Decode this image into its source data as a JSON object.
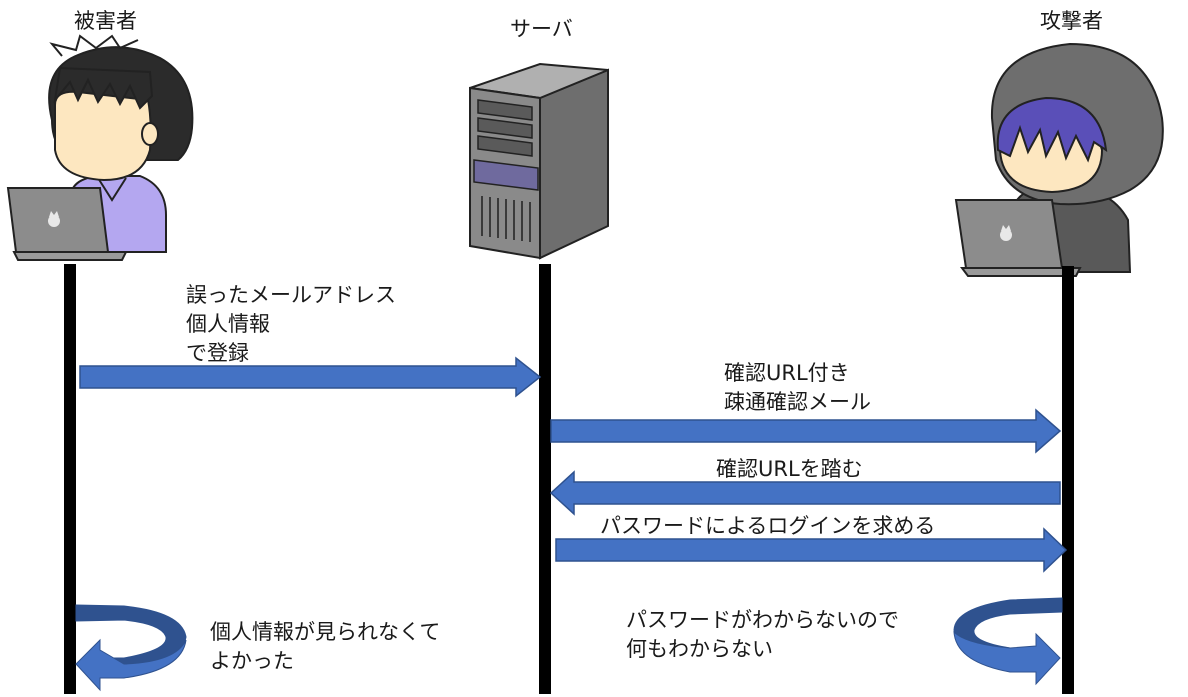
{
  "actors": {
    "victim": {
      "label": "被害者"
    },
    "server": {
      "label": "サーバ"
    },
    "attacker": {
      "label": "攻撃者"
    }
  },
  "messages": [
    {
      "lines": [
        "誤ったメールアドレス",
        "個人情報",
        "で登録"
      ]
    },
    {
      "lines": [
        "確認URL付き",
        "疎通確認メール"
      ]
    },
    {
      "lines": [
        "確認URLを踏む"
      ]
    },
    {
      "lines": [
        "パスワードによるログインを求める"
      ]
    }
  ],
  "notes": {
    "victim": {
      "lines": [
        "個人情報が見られなくて",
        "よかった"
      ]
    },
    "attacker": {
      "lines": [
        "パスワードがわからないので",
        "何もわからない"
      ]
    }
  },
  "colors": {
    "arrow": "#4472c4",
    "arrow_dark": "#2f528f",
    "lifeline": "#000000",
    "skin": "#fde7c0",
    "hair": "#2b2b2b",
    "victim_shirt": "#b4a7f0",
    "laptop": "#8c8c8c",
    "server_body": "#8a8a8a",
    "hood": "#6e6e6e",
    "attacker_hair": "#5a4fb8"
  },
  "icons": {
    "victim": "person-with-laptop-icon",
    "server": "tower-server-icon",
    "attacker": "hooded-person-with-laptop-icon"
  }
}
